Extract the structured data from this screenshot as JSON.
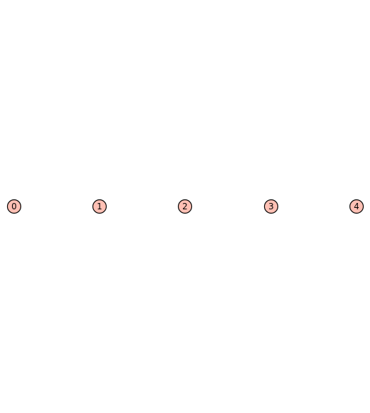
{
  "graph": {
    "node_fill": "#ffc0b4",
    "node_stroke": "#000000",
    "nodes": [
      {
        "label": "0"
      },
      {
        "label": "1"
      },
      {
        "label": "2"
      },
      {
        "label": "3"
      },
      {
        "label": "4"
      }
    ],
    "edges": []
  }
}
